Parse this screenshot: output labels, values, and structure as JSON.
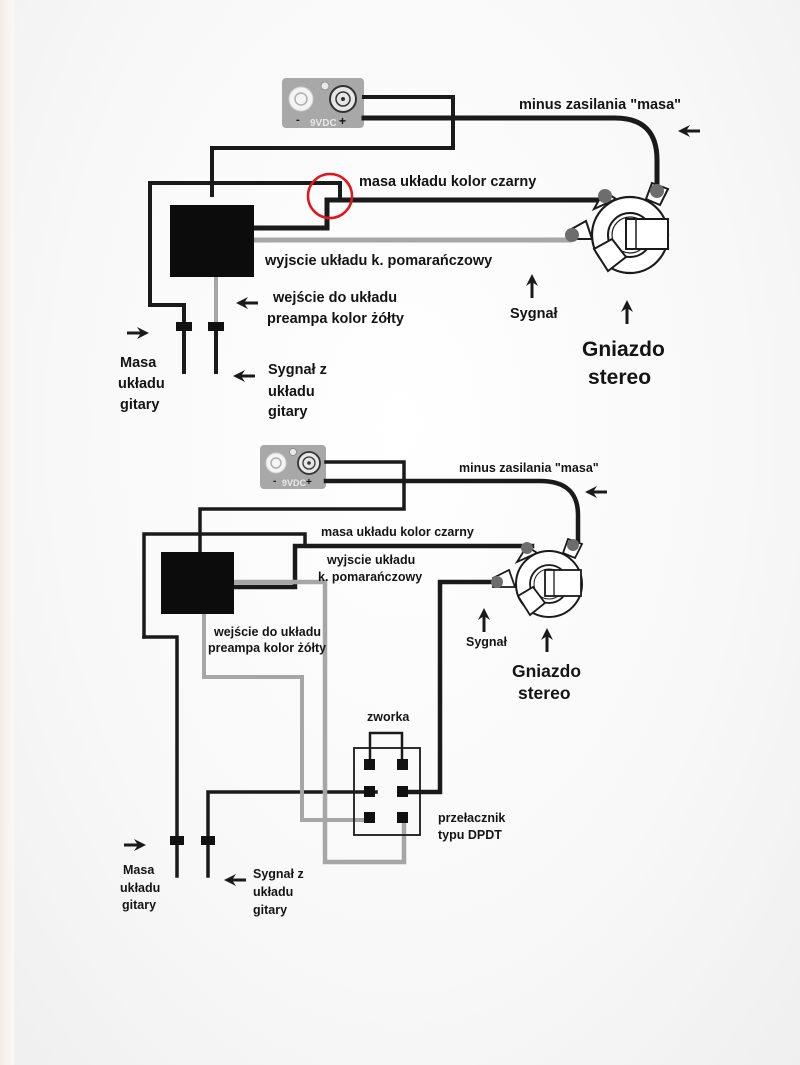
{
  "diagram": {
    "colors": {
      "wire_black": "#1a1a1a",
      "wire_gray": "#a6a6a6",
      "highlight_circle": "#e0161a",
      "power_plate": "#a8a8a8",
      "preamp_module": "#0c0c0c"
    },
    "top": {
      "power_jack": {
        "minus": "-",
        "plus": "+",
        "label": "9VDC"
      },
      "labels": {
        "minus_supply": "minus zasilania \"masa\"",
        "circuit_ground": "masa układu kolor czarny",
        "circuit_output": "wyjscie układu k. pomarańczowy",
        "preamp_input_line1": "wejście do układu",
        "preamp_input_line2": "preampa kolor żółty",
        "signal": "Sygnał",
        "stereo_jack_line1": "Gniazdo",
        "stereo_jack_line2": "stereo",
        "guitar_ground_line1": "Masa",
        "guitar_ground_line2": "układu",
        "guitar_ground_line3": "gitary",
        "guitar_signal_line1": "Sygnał z",
        "guitar_signal_line2": "układu",
        "guitar_signal_line3": "gitary"
      },
      "annotations": [
        "highlight-circle"
      ]
    },
    "bottom": {
      "power_jack": {
        "minus": "-",
        "plus": "+",
        "label": "9VDC"
      },
      "labels": {
        "minus_supply": "minus zasilania \"masa\"",
        "circuit_ground": "masa układu kolor czarny",
        "circuit_output_line1": "wyjscie układu",
        "circuit_output_line2": "k. pomarańczowy",
        "preamp_input_line1": "wejście do układu",
        "preamp_input_line2": "preampa kolor żółty",
        "signal": "Sygnał",
        "stereo_jack_line1": "Gniazdo",
        "stereo_jack_line2": "stereo",
        "jumper": "zworka",
        "switch_line1": "przełacznik",
        "switch_line2": "typu DPDT",
        "guitar_ground_line1": "Masa",
        "guitar_ground_line2": "układu",
        "guitar_ground_line3": "gitary",
        "guitar_signal_line1": "Sygnał z",
        "guitar_signal_line2": "układu",
        "guitar_signal_line3": "gitary"
      }
    }
  }
}
